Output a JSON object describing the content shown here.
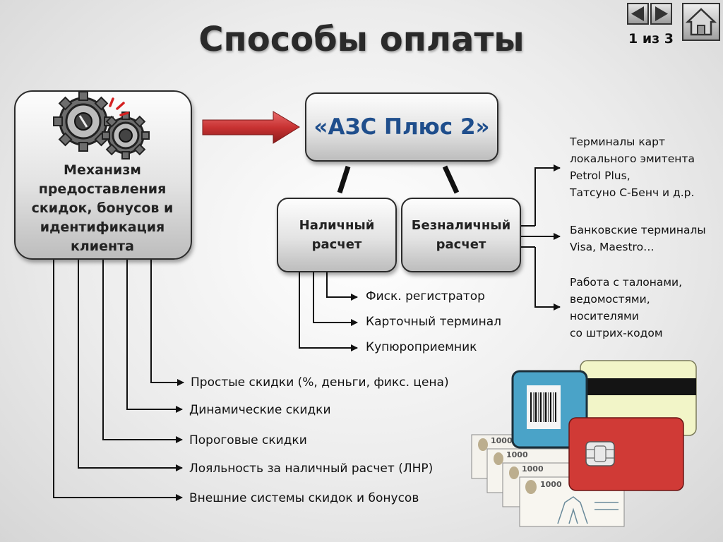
{
  "title": "Способы оплаты",
  "page_indicator": "1 из 3",
  "mechanism": {
    "lines": [
      "Механизм",
      "предоставления",
      "скидок, бонусов и",
      "идентификация",
      "клиента"
    ]
  },
  "azs": {
    "label": "«АЗС Плюс 2»"
  },
  "cash": {
    "lines": [
      "Наличный",
      "расчет"
    ]
  },
  "cashless": {
    "lines": [
      "Безналичный",
      "расчет"
    ]
  },
  "cash_items": [
    "Фиск. регистратор",
    "Карточный терминал",
    "Купюроприемник"
  ],
  "cashless_items": [
    [
      "Терминалы карт",
      "локального эмитента",
      "Petrol Plus,",
      "Татсуно С-Бенч и д.р."
    ],
    [
      "Банковские терминалы",
      "Visa, Maestro…"
    ],
    [
      "Работа с талонами,",
      "ведомостями,",
      "носителями",
      "со штрих-кодом"
    ]
  ],
  "discount_items": [
    "Простые скидки (%, деньги, фикс. цена)",
    "Динамические скидки",
    "Пороговые скидки",
    "Лояльность за наличный расчет (ЛНР)",
    "Внешние системы скидок и бонусов"
  ],
  "colors": {
    "azs_text": "#1f4e8c",
    "arrow_red": "#c83232",
    "card_blue": "#4aa3c8",
    "card_cream": "#f2f5c8",
    "card_red": "#d03a36"
  },
  "icons": [
    "gears-icon",
    "prev-arrow-icon",
    "next-arrow-icon",
    "home-icon",
    "barcode-card-icon",
    "magnetic-card-icon",
    "chip-card-icon",
    "banknotes-icon"
  ]
}
